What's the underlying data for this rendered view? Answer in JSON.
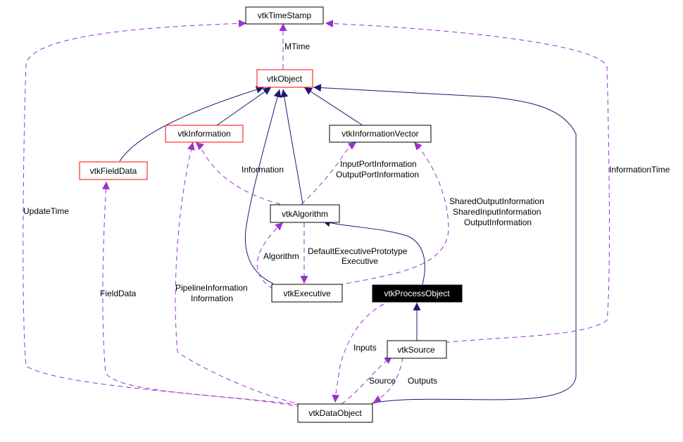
{
  "diagram": {
    "colors": {
      "solid_edge": "#191970",
      "dashed_edge": "#9a32cd",
      "node_border_default": "#000000",
      "node_border_incomplete": "#ff0000",
      "highlight_fill": "#000000",
      "highlight_text": "#ffffff"
    },
    "nodes": {
      "timestamp": "vtkTimeStamp",
      "object": "vtkObject",
      "information": "vtkInformation",
      "information_vector": "vtkInformationVector",
      "field_data": "vtkFieldData",
      "algorithm": "vtkAlgorithm",
      "executive": "vtkExecutive",
      "process_object": "vtkProcessObject",
      "source": "vtkSource",
      "data_object": "vtkDataObject"
    },
    "edge_labels": {
      "mtime": "MTime",
      "information": "Information",
      "input_port_information": "InputPortInformation",
      "output_port_information": "OutputPortInformation",
      "shared_output_information": "SharedOutputInformation",
      "shared_input_information": "SharedInputInformation",
      "output_information": "OutputInformation",
      "information_time": "InformationTime",
      "update_time": "UpdateTime",
      "field_data": "FieldData",
      "pipeline_information": "PipelineInformation",
      "information_2": "Information",
      "algorithm": "Algorithm",
      "default_executive_prototype": "DefaultExecutivePrototype",
      "executive": "Executive",
      "inputs": "Inputs",
      "source": "Source",
      "outputs": "Outputs"
    }
  }
}
